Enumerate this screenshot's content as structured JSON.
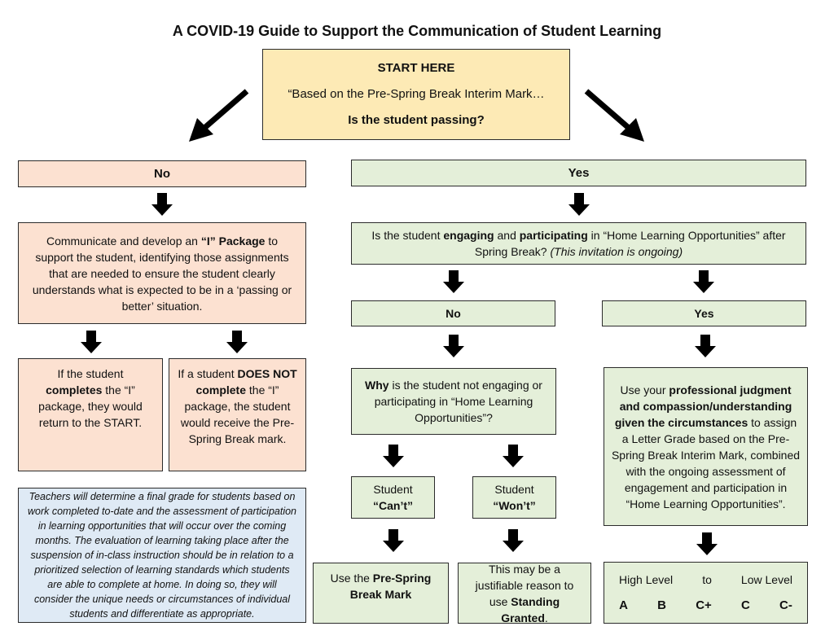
{
  "title": "A COVID-19 Guide to Support the Communication of Student Learning",
  "start": {
    "heading": "START HERE",
    "line1": "“Based on the Pre-Spring Break Interim Mark…",
    "question": "Is the student passing?"
  },
  "no_branch": {
    "label": "No",
    "package": {
      "p1": "Communicate and develop an ",
      "b1": "“I” Package",
      "p2": " to support the student, identifying those assignments that are needed to ensure the student clearly understands what is expected to be in a ‘passing or better’ situation."
    },
    "completes": {
      "p1": "If the student ",
      "b1": "completes",
      "p2": " the “I” package, they would return to the START."
    },
    "not_complete": {
      "p1": "If a student ",
      "b1": "DOES NOT complete",
      "p2": " the “I” package, the student would receive the Pre-Spring Break mark."
    },
    "note": "Teachers will determine a final grade for students based on work completed to-date and the assessment of participation in learning opportunities that will occur over the coming months. The evaluation of learning taking place after the suspension of in-class instruction should be in relation to a prioritized selection of learning standards which students are able to complete at home. In doing so, they will consider the unique needs or circumstances of individual students and differentiate as appropriate."
  },
  "yes_branch": {
    "label": "Yes",
    "engaging": {
      "p1": "Is the student ",
      "b1": "engaging",
      "p2": " and ",
      "b2": "participating",
      "p3": " in “Home Learning Opportunities” after Spring Break?  ",
      "i1": "(This invitation is ongoing)"
    },
    "no": {
      "label": "No",
      "why": {
        "b1": "Why",
        "p1": " is the student not engaging or participating in “Home Learning Opportunities”?"
      },
      "cant": {
        "p1": "Student",
        "b1": "“Can’t”"
      },
      "wont": {
        "p1": "Student",
        "b1": "“Won’t”"
      },
      "cant_result": {
        "p1": "Use the ",
        "b1": "Pre-Spring Break Mark"
      },
      "wont_result": {
        "p1": "This may be a justifiable reason to use ",
        "b1": "Standing Granted",
        "p2": "."
      }
    },
    "yes": {
      "label": "Yes",
      "judgment": {
        "p1": "Use your ",
        "b1": "professional judgment and compassion/understanding given the circumstances",
        "p2": " to assign a Letter Grade based on the Pre-Spring Break Interim Mark, combined with the ongoing assessment of engagement and participation in “Home Learning Opportunities”."
      },
      "scale": {
        "high": "High Level",
        "to": "to",
        "low": "Low Level",
        "grades": [
          "A",
          "B",
          "C+",
          "C",
          "C-"
        ]
      }
    }
  }
}
